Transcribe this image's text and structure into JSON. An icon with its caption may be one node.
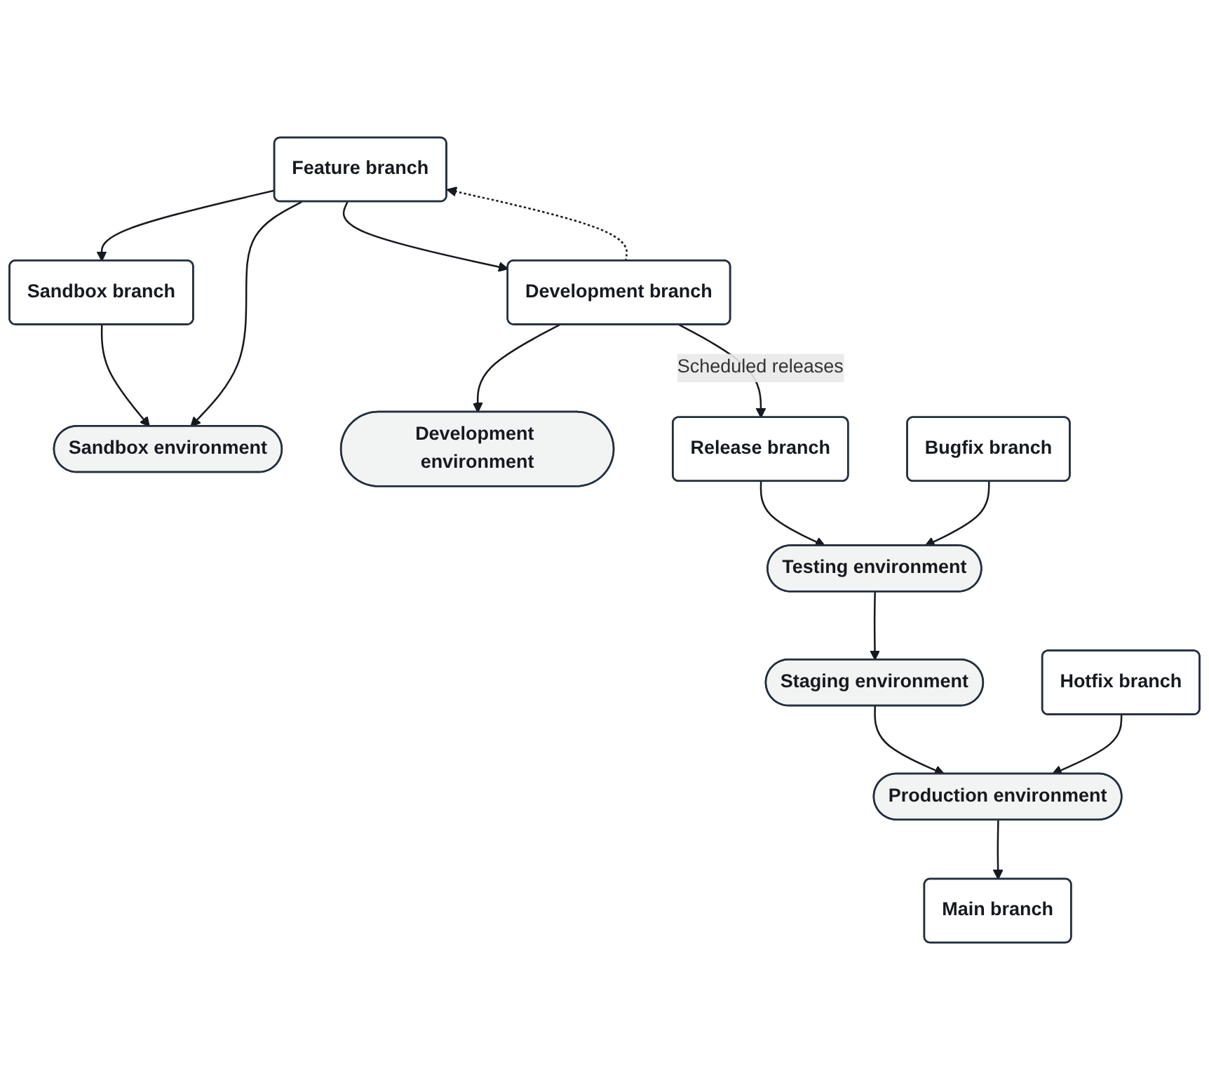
{
  "diagram": {
    "nodes": [
      {
        "text": [
          "Sandbox branch"
        ]
      },
      {
        "text": [
          "Feature branch"
        ]
      },
      {
        "text": [
          "Sandbox environment"
        ]
      },
      {
        "text": [
          "Development branch"
        ]
      },
      {
        "text": [
          "Development environment"
        ]
      },
      {
        "text": [
          "Release branch"
        ]
      },
      {
        "text": [
          "Testing environment"
        ]
      },
      {
        "text": [
          "Staging environment"
        ]
      },
      {
        "text": [
          "Production environment"
        ]
      },
      {
        "text": [
          "Main branch"
        ]
      },
      {
        "text": [
          "Bugfix branch"
        ]
      },
      {
        "text": [
          "Hotfix branch"
        ]
      }
    ],
    "edges": [
      {
        "from": 0,
        "to": 2,
        "arrow": "to"
      },
      {
        "from": 1,
        "to": 0,
        "arrow": "to"
      },
      {
        "from": 1,
        "to": 2,
        "arrow": "to"
      },
      {
        "from": 1,
        "to": 3,
        "arrow": "to"
      },
      {
        "from": 3,
        "to": 1,
        "arrow": "to",
        "style": "dashed"
      },
      {
        "from": 3,
        "to": 4,
        "arrow": "to"
      },
      {
        "from": 3,
        "to": 5,
        "arrow": "to",
        "label": "Scheduled releases"
      },
      {
        "from": 5,
        "to": 6,
        "arrow": "to"
      },
      {
        "from": 6,
        "to": 7,
        "arrow": "to"
      },
      {
        "from": 7,
        "to": 8,
        "arrow": "to"
      },
      {
        "from": 8,
        "to": 9,
        "arrow": "to"
      },
      {
        "from": 10,
        "to": 6,
        "arrow": "to"
      },
      {
        "from": 11,
        "to": 8,
        "arrow": "to"
      }
    ]
  }
}
